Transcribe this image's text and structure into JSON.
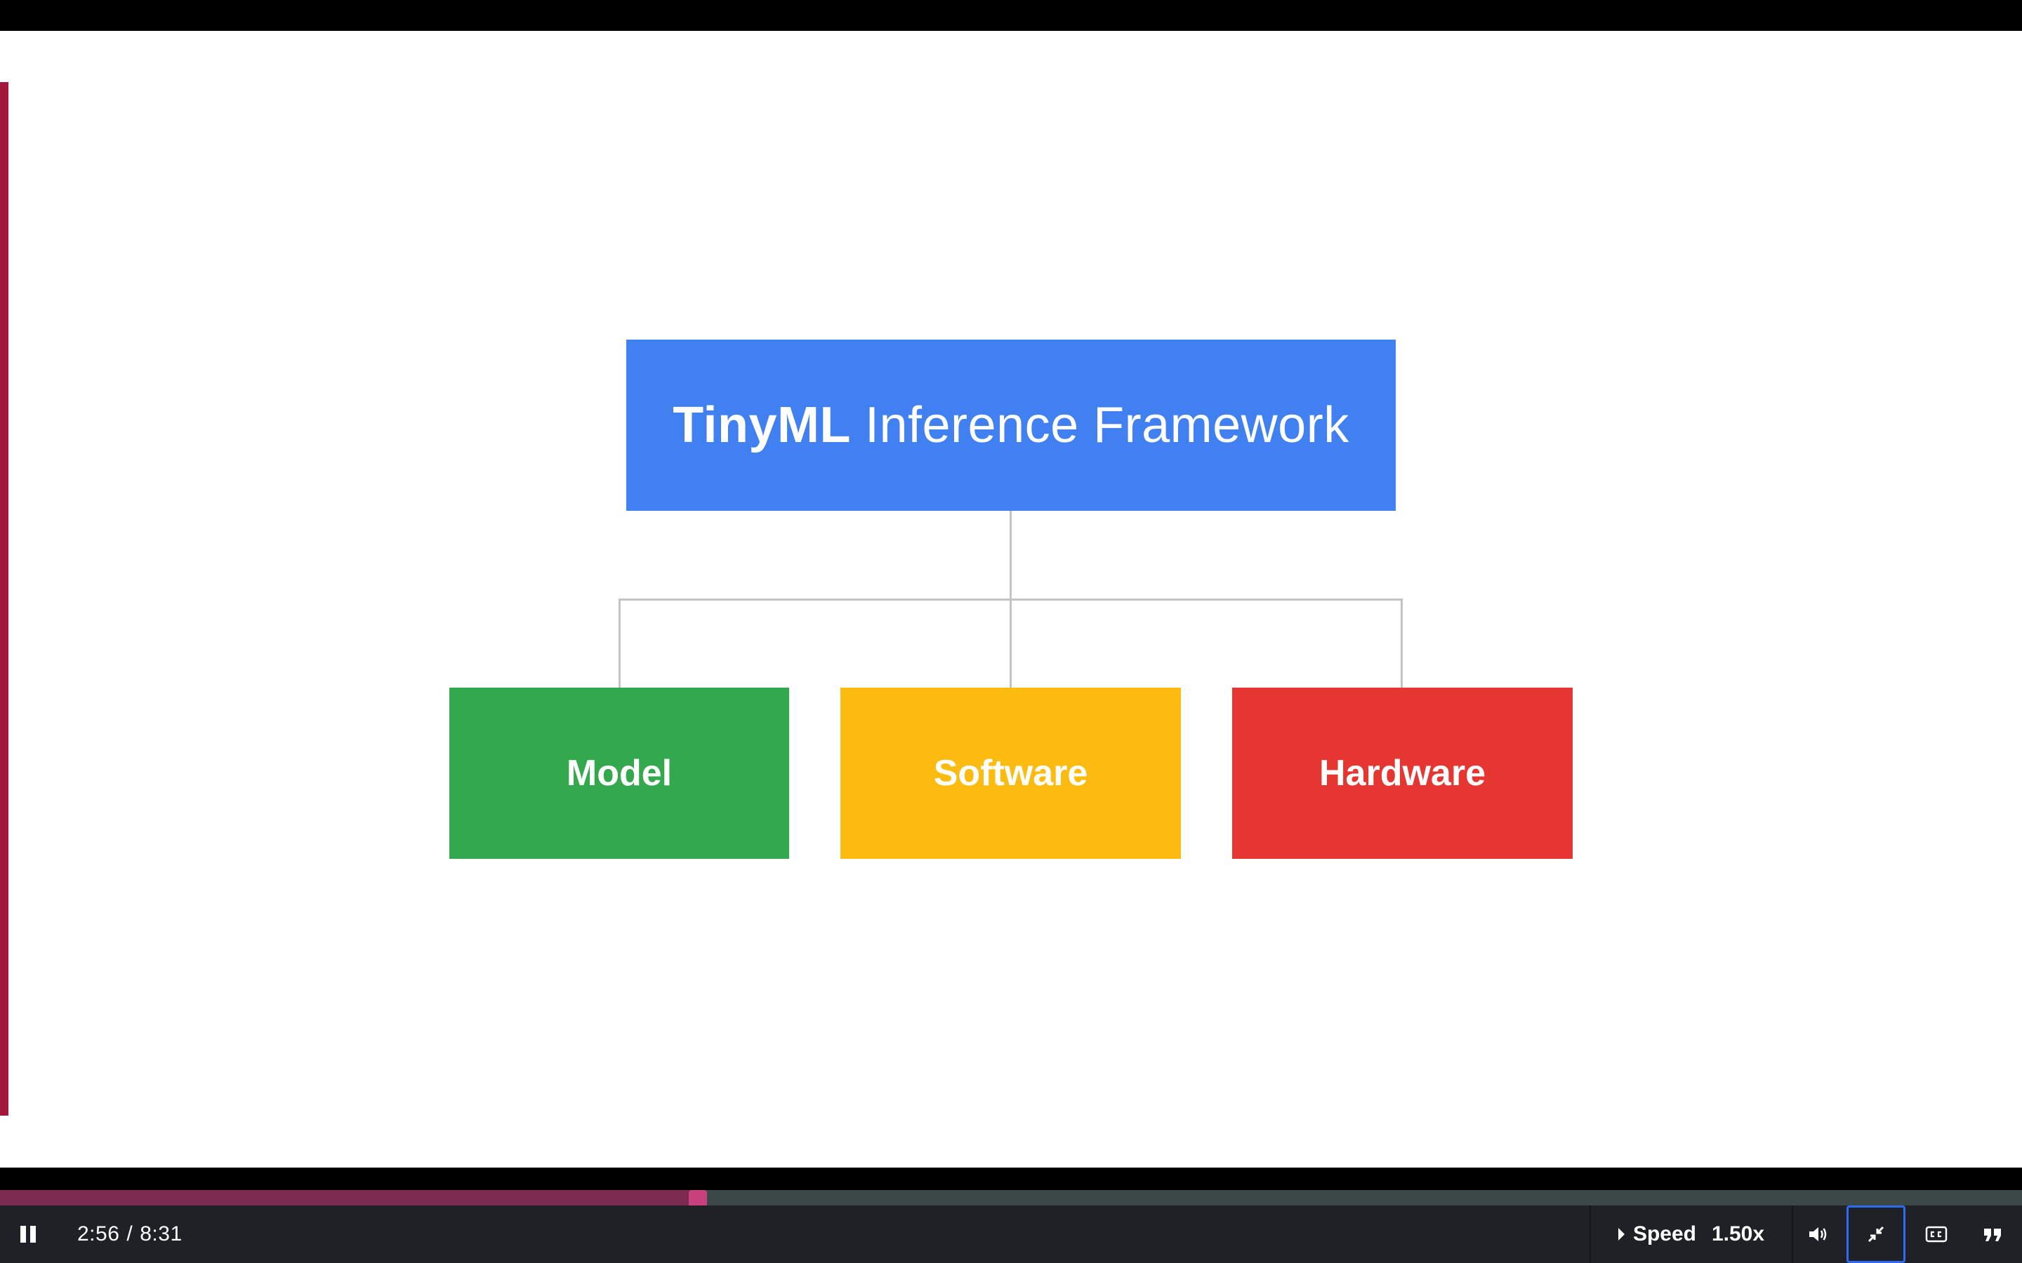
{
  "slide": {
    "title_bold": "TinyML",
    "title_rest": "Inference Framework",
    "children": [
      {
        "label": "Model",
        "color": "#34a84c"
      },
      {
        "label": "Software",
        "color": "#fbbb10"
      },
      {
        "label": "Hardware",
        "color": "#e53631"
      }
    ],
    "title_color": "#4180f0",
    "accent_color": "#a3173c"
  },
  "player": {
    "current_time": "2:56",
    "time_separator": "/",
    "duration": "8:31",
    "progress_fraction": 0.345,
    "speed_label": "Speed",
    "speed_value": "1.50x",
    "icons": {
      "pause": "pause-icon",
      "volume": "volume-icon",
      "exit_fullscreen": "exit-fullscreen-icon",
      "captions": "closed-captions-icon",
      "transcript": "quote-icon",
      "speed_caret": "caret-right-icon"
    },
    "colors": {
      "progress_fill": "#7b2b4f",
      "progress_handle": "#c9417c",
      "progress_track": "#3c4747",
      "controls_bg": "#1e2226",
      "focus_ring": "#2d6af6"
    }
  }
}
